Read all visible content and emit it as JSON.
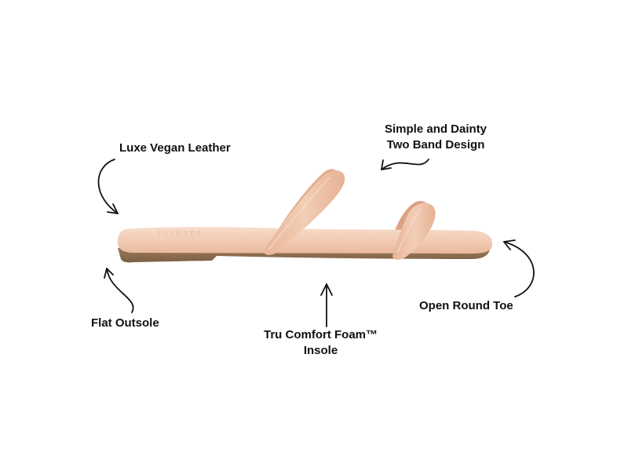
{
  "product": {
    "name": "two-band flat slide sandal",
    "colors": {
      "upper": "#f2c9b0",
      "upper_shade": "#e7b497",
      "insole": "#f4d2bd",
      "outsole": "#8b6b4e",
      "ink": "#111111"
    }
  },
  "callouts": [
    {
      "id": "leather",
      "lines": [
        "Luxe Vegan Leather"
      ]
    },
    {
      "id": "band",
      "lines": [
        "Simple and Dainty",
        "Two Band Design"
      ]
    },
    {
      "id": "outsole",
      "lines": [
        "Flat Outsole"
      ]
    },
    {
      "id": "insole",
      "lines": [
        "Tru Comfort Foam™",
        "Insole"
      ]
    },
    {
      "id": "toe",
      "lines": [
        "Open Round Toe"
      ]
    }
  ]
}
